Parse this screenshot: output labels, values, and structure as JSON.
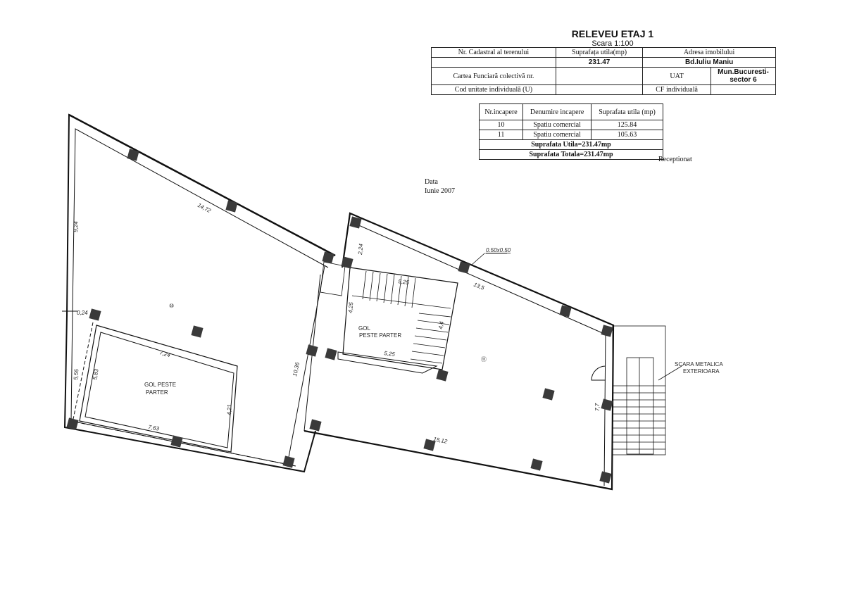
{
  "header": {
    "title": "RELEVEU ETAJ 1",
    "scale": "Scara 1:100"
  },
  "cadastral_table": {
    "col_cadastral": "Nr. Cadastral al terenului",
    "col_area": "Suprafața utila(mp)",
    "col_address": "Adresa imobilului",
    "area_value": "231.47",
    "address_value": "Bd.Iuliu Maniu",
    "carte_funciara": "Cartea Funciară colectivă nr.",
    "uat_label": "UAT",
    "uat_value": "Mun.Bucuresti-sector 6",
    "cod_unitate": "Cod unitate individuală (U)",
    "cf_individuala": "CF individuală"
  },
  "rooms_table": {
    "headers": [
      "Nr.incapere",
      "Denumire incapere",
      "Suprafata utila (mp)"
    ],
    "rows": [
      {
        "nr": "10",
        "name": "Spatiu comercial",
        "area": "125.84"
      },
      {
        "nr": "11",
        "name": "Spatiu comercial",
        "area": "105.63"
      }
    ],
    "total_util": "Suprafata Utila=231.47mp",
    "total": "Suprafata Totala=231.47mp"
  },
  "receptionat": "Receptionat",
  "date": {
    "label": "Data",
    "value": "Iunie 2007"
  },
  "plan": {
    "room_10": "⑩",
    "room_11": "⑪",
    "void_left": [
      "GOL PESTE",
      "PARTER"
    ],
    "void_center": [
      "GOL",
      "PESTE PARTER"
    ],
    "external_stair": [
      "SCARA METALICA",
      "EXTERIOARA"
    ],
    "column_size": "0.50x0.50",
    "dimensions": {
      "d1472": "14,72",
      "d924": "9,24",
      "d024": "0,24",
      "d555": "5,55",
      "d583": "5,83",
      "d724": "7,24",
      "d763": "7,63",
      "d421": "4,21",
      "d1036": "10,36",
      "d224": "2,24",
      "d135": "13,5",
      "d525a": "5,25",
      "d525b": "5,25",
      "d425": "4,25",
      "d44": "4,4",
      "d1512": "15,12",
      "d77": "7,7"
    }
  }
}
